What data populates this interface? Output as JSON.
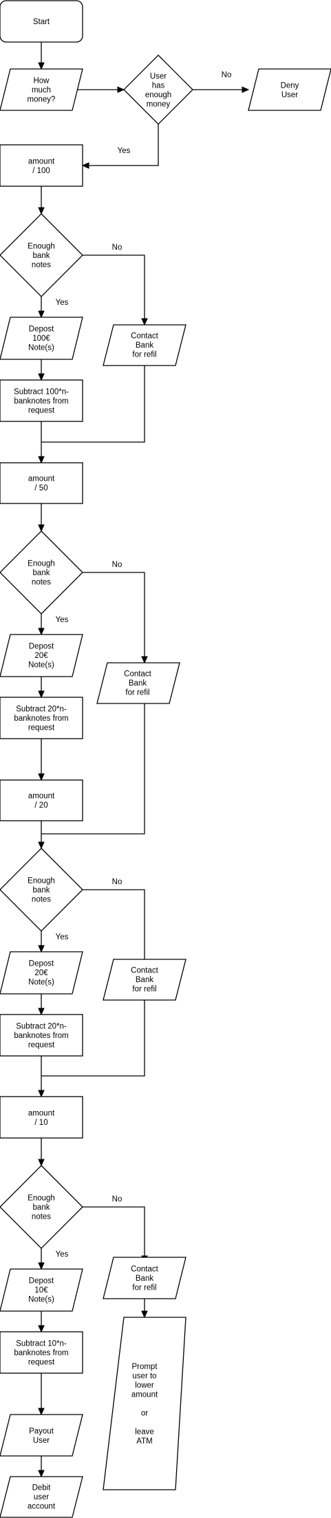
{
  "diagram": {
    "type": "flowchart",
    "nodes": {
      "start": "Start",
      "how_much": [
        "How",
        "much",
        "money?"
      ],
      "enough_money": [
        "User",
        "has",
        "enough",
        "money"
      ],
      "deny": [
        "Deny",
        "User"
      ],
      "amount_100": [
        "amount",
        "/ 100"
      ],
      "enough_notes_1": [
        "Enough",
        "bank",
        "notes"
      ],
      "depost_100": [
        "Depost",
        "100€",
        "Note(s)"
      ],
      "contact_1": [
        "Contact",
        "Bank",
        "for refil"
      ],
      "subtract_100": [
        "Subtract 100*n-",
        "banknotes from",
        "request"
      ],
      "amount_50": [
        "amount",
        "/ 50"
      ],
      "enough_notes_2": [
        "Enough",
        "bank",
        "notes"
      ],
      "depost_20_a": [
        "Depost",
        "20€",
        "Note(s)"
      ],
      "contact_2": [
        "Contact",
        "Bank",
        "for refil"
      ],
      "subtract_20_a": [
        "Subtract 20*n-",
        "banknotes from",
        "request"
      ],
      "amount_20": [
        "amount",
        "/ 20"
      ],
      "enough_notes_3": [
        "Enough",
        "bank",
        "notes"
      ],
      "depost_20_b": [
        "Depost",
        "20€",
        "Note(s)"
      ],
      "contact_3": [
        "Contact",
        "Bank",
        "for refil"
      ],
      "subtract_20_b": [
        "Subtract 20*n-",
        "banknotes from",
        "request"
      ],
      "amount_10": [
        "amount",
        "/ 10"
      ],
      "enough_notes_4": [
        "Enough",
        "bank",
        "notes"
      ],
      "depost_10": [
        "Depost",
        "10€",
        "Note(s)"
      ],
      "contact_4": [
        "Contact",
        "Bank",
        "for refil"
      ],
      "subtract_10": [
        "Subtract 10*n-",
        "banknotes from",
        "request"
      ],
      "prompt": [
        "Prompt",
        "user to",
        "lower",
        "amount",
        "",
        "or",
        "",
        "leave",
        "ATM"
      ],
      "payout": [
        "Payout",
        "User"
      ],
      "debit": [
        "Debit",
        "user",
        "account"
      ]
    },
    "edge_labels": {
      "yes": "Yes",
      "no": "No"
    }
  }
}
